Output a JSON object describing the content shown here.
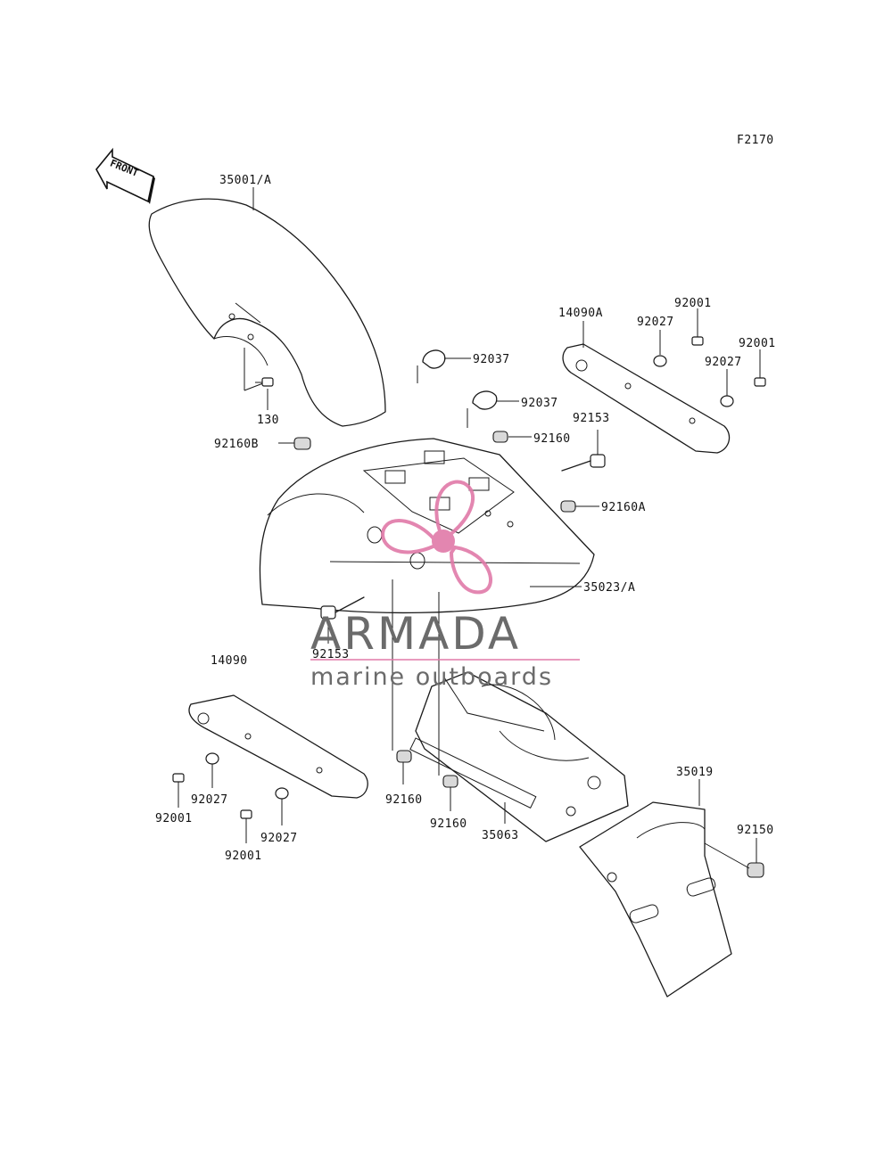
{
  "figure_code": "F2170",
  "front_arrow_label": "FRONT",
  "watermark": {
    "title": "ARMADA",
    "subtitle": "marine outboards",
    "accent_color": "#e07aa8",
    "text_color": "#6b6b6b"
  },
  "part_labels": [
    "35001/A",
    "130",
    "92160B",
    "92037",
    "92037",
    "92160",
    "92153",
    "92160A",
    "35023/A",
    "92153",
    "14090A",
    "92027",
    "92001",
    "92001",
    "92027",
    "14090",
    "92027",
    "92001",
    "92027",
    "92001",
    "92160",
    "92160",
    "35063",
    "35019",
    "92150"
  ]
}
